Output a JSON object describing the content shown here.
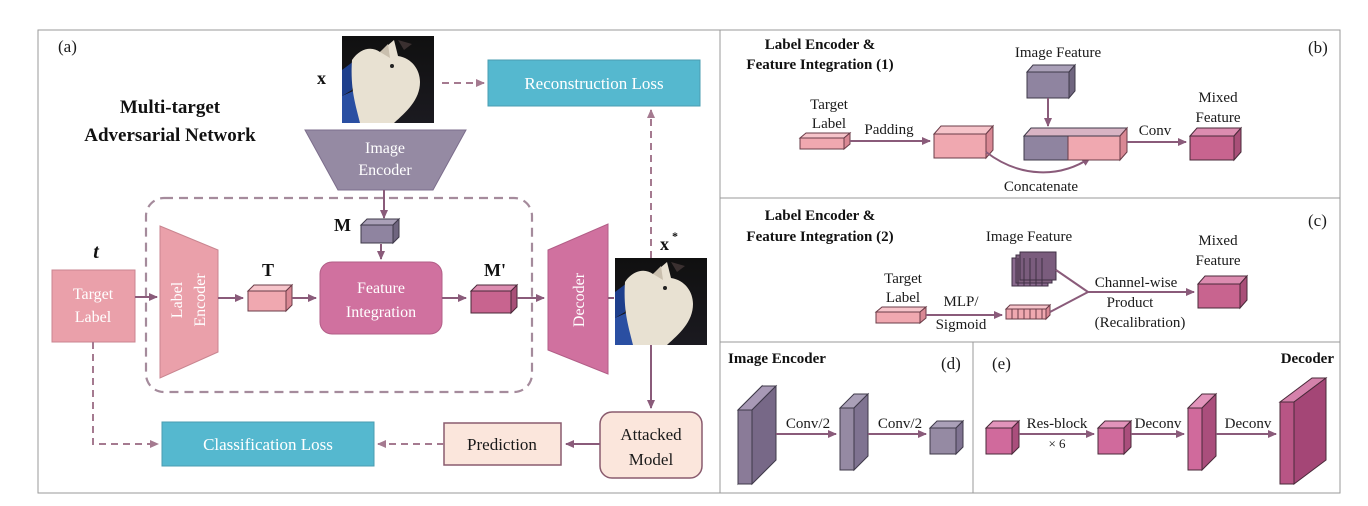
{
  "panels": {
    "a": "(a)",
    "b": "(b)",
    "c": "(c)",
    "d": "(d)",
    "e": "(e)"
  },
  "panel_a": {
    "title_line1": "Multi-target",
    "title_line2": "Adversarial Network",
    "x_label": "x",
    "x_star_label": "x",
    "x_star_sup": "*",
    "t_label": "t",
    "reconstruction_loss": "Reconstruction Loss",
    "image_encoder_line1": "Image",
    "image_encoder_line2": "Encoder",
    "m_label": "M",
    "big_t_label": "T",
    "m_prime_label": "M'",
    "target_label_line1": "Target",
    "target_label_line2": "Label",
    "label_encoder_line1": "Label",
    "label_encoder_line2": "Encoder",
    "feature_integration_line1": "Feature",
    "feature_integration_line2": "Integration",
    "decoder": "Decoder",
    "classification_loss": "Classification Loss",
    "prediction": "Prediction",
    "attacked_model_line1": "Attacked",
    "attacked_model_line2": "Model"
  },
  "panel_b": {
    "title_line1": "Label Encoder &",
    "title_line2": "Feature Integration (1)",
    "image_feature": "Image Feature",
    "target_label_line1": "Target",
    "target_label_line2": "Label",
    "padding": "Padding",
    "conv": "Conv",
    "mixed_feature_line1": "Mixed",
    "mixed_feature_line2": "Feature",
    "concatenate": "Concatenate"
  },
  "panel_c": {
    "title_line1": "Label Encoder &",
    "title_line2": "Feature Integration (2)",
    "image_feature": "Image Feature",
    "mixed_feature_line1": "Mixed",
    "mixed_feature_line2": "Feature",
    "target_label_line1": "Target",
    "target_label_line2": "Label",
    "mlp_line1": "MLP/",
    "mlp_line2": "Sigmoid",
    "channel_line1": "Channel-wise",
    "channel_line2": "Product",
    "channel_line3": "(Recalibration)"
  },
  "panel_d": {
    "title": "Image Encoder",
    "conv1": "Conv/2",
    "conv2": "Conv/2"
  },
  "panel_e": {
    "title": "Decoder",
    "resblock_line1": "Res-block",
    "resblock_line2": "× 6",
    "deconv1": "Deconv",
    "deconv2": "Deconv"
  },
  "colors": {
    "pink": "#e89aa5",
    "magenta": "#d0719f",
    "purple_gray": "#9a88a6",
    "cyan": "#55b8cf",
    "peach": "#fbe6dc",
    "dashed_arrow": "#9e6f85"
  }
}
